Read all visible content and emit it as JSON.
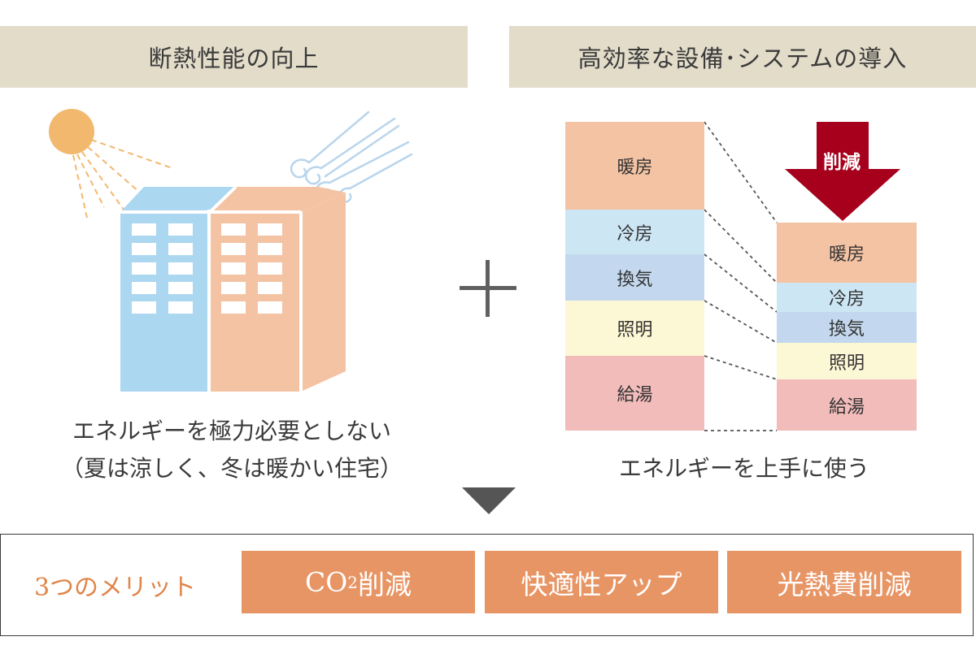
{
  "headers": {
    "left": "断熱性能の向上",
    "right": "高効率な設備･システムの導入"
  },
  "left_caption": {
    "line1": "エネルギーを極力必要としない",
    "line2": "（夏は涼しく、冬は暖かい住宅）"
  },
  "right_caption": "エネルギーを上手に使う",
  "energy_labels": {
    "heating": "暖房",
    "cooling": "冷房",
    "ventilation": "換気",
    "lighting": "照明",
    "hot_water": "給湯"
  },
  "reduction_label": "削減",
  "result": {
    "title": "3つのメリット",
    "merit1_prefix": "CO",
    "merit1_sub": "2",
    "merit1_suffix": "削減",
    "merit2": "快適性アップ",
    "merit3": "光熱費削減"
  },
  "colors": {
    "header_bg": "#e2dcc9",
    "merit_bg": "#e89565",
    "merit_title": "#e0864a",
    "heating": "#f4c3a3",
    "cooling": "#cde6f4",
    "ventilation": "#c3d8ee",
    "lighting": "#fcf7d4",
    "hot_water": "#f2bcbb",
    "reduction_arrow": "#a6001c",
    "plus": "#606060"
  }
}
